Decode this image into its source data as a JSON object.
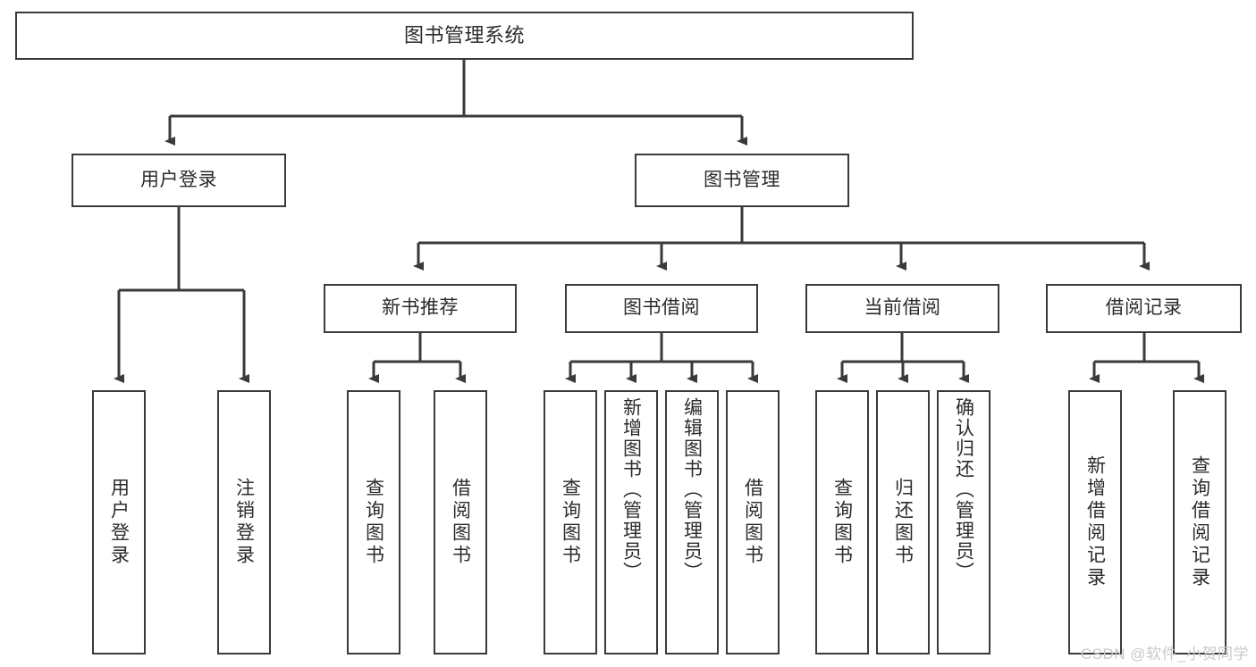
{
  "diagram": {
    "title": "图书管理系统",
    "root": {
      "id": "root",
      "label": "图书管理系统"
    },
    "level2": [
      {
        "id": "user-login",
        "label": "用户登录"
      },
      {
        "id": "book-manage",
        "label": "图书管理"
      }
    ],
    "level3": [
      {
        "id": "new-book-rec",
        "label": "新书推荐"
      },
      {
        "id": "book-borrow",
        "label": "图书借阅"
      },
      {
        "id": "current-borrow",
        "label": "当前借阅"
      },
      {
        "id": "borrow-record",
        "label": "借阅记录"
      }
    ],
    "leaves": [
      {
        "id": "leaf-user-login",
        "label": "用户登录",
        "parent": "user-login"
      },
      {
        "id": "leaf-logout",
        "label": "注销登录",
        "parent": "user-login"
      },
      {
        "id": "leaf-query-book-1",
        "label": "查询图书",
        "parent": "new-book-rec"
      },
      {
        "id": "leaf-borrow-book-1",
        "label": "借阅图书",
        "parent": "new-book-rec"
      },
      {
        "id": "leaf-query-book-2",
        "label": "查询图书",
        "parent": "book-borrow"
      },
      {
        "id": "leaf-add-book",
        "label": "新增图书（管理员）",
        "parent": "book-borrow"
      },
      {
        "id": "leaf-edit-book",
        "label": "编辑图书（管理员）",
        "parent": "book-borrow"
      },
      {
        "id": "leaf-borrow-book-2",
        "label": "借阅图书",
        "parent": "book-borrow"
      },
      {
        "id": "leaf-query-book-3",
        "label": "查询图书",
        "parent": "current-borrow"
      },
      {
        "id": "leaf-return-book",
        "label": "归还图书",
        "parent": "current-borrow"
      },
      {
        "id": "leaf-confirm-return",
        "label": "确认归还（管理员）",
        "parent": "current-borrow"
      },
      {
        "id": "leaf-add-record",
        "label": "新增借阅记录",
        "parent": "borrow-record"
      },
      {
        "id": "leaf-query-record",
        "label": "查询借阅记录",
        "parent": "borrow-record"
      }
    ],
    "colors": {
      "stroke": "#3a3a3a",
      "text": "#2b2b2b",
      "background": "#ffffff",
      "watermark": "#c9c9c9"
    }
  },
  "watermark": {
    "text": "CSDN @软件_小贺同学"
  }
}
